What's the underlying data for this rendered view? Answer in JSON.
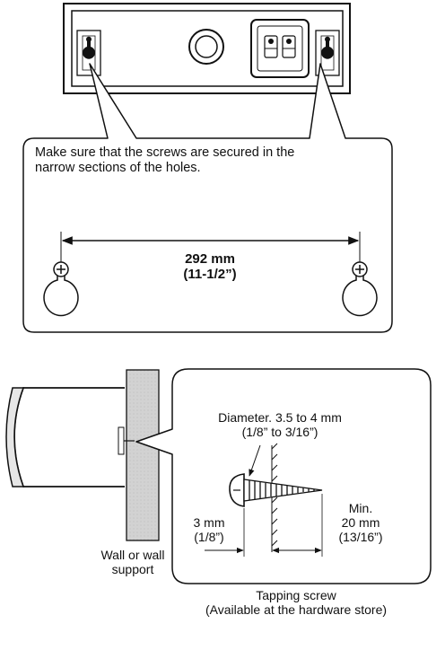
{
  "callout_top": {
    "line1": "Make sure that the screws are secured in the",
    "line2": "narrow sections of the holes."
  },
  "spacing": {
    "mm": "292 mm",
    "inch": "(11-1/2”)"
  },
  "screw_spec": {
    "diameter_line1": "Diameter. 3.5 to 4 mm",
    "diameter_line2": "(1/8” to 3/16”)",
    "head_mm": "3 mm",
    "head_in": "(1/8”)",
    "min_label": "Min.",
    "min_mm": "20 mm",
    "min_in": "(13/16”)"
  },
  "wall": {
    "line1": "Wall or wall",
    "line2": "support"
  },
  "tapping": {
    "line1": "Tapping screw",
    "line2": "(Available at the hardware store)"
  }
}
